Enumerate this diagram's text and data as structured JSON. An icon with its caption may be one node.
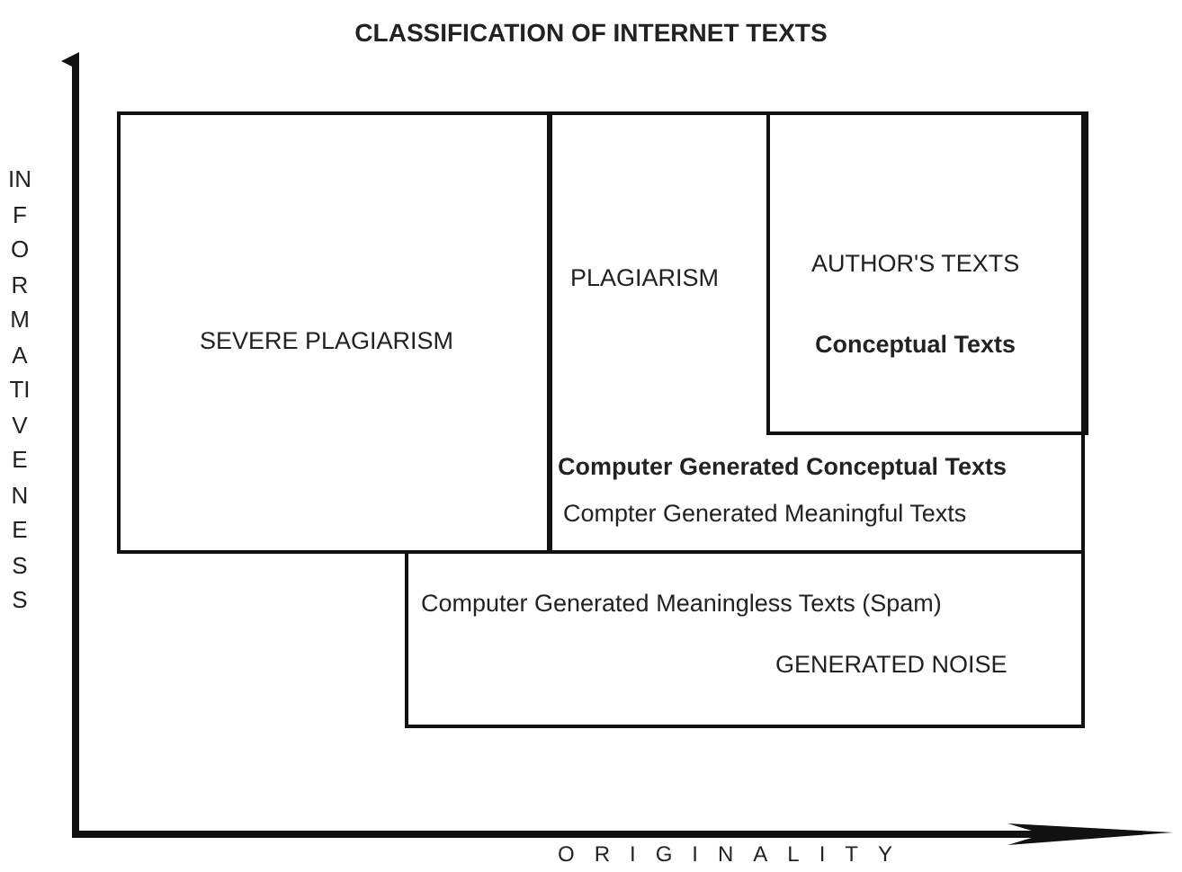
{
  "diagram": {
    "title": "CLASSIFICATION OF INTERNET TEXTS",
    "nodes": [
      {
        "text": [
          "SEVERE PLAGIARISM"
        ]
      },
      {
        "text": [
          "PLAGIARISM",
          "Computer Generated Conceptual Texts",
          "Compter Generated Meaningful Texts"
        ]
      },
      {
        "text": [
          "AUTHOR'S TEXTS",
          "Conceptual Texts"
        ],
        "in": 1
      },
      {
        "text": [
          "Computer Generated Meaningless Texts (Spam)",
          "GENERATED NOISE"
        ]
      }
    ],
    "edges": [],
    "labels": [
      "INFORMATIVENESS",
      "ORIGINALITY"
    ]
  }
}
